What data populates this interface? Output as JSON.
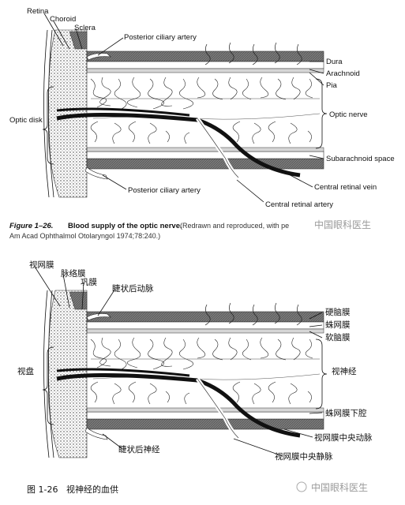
{
  "top_labels": {
    "retina": "Retina",
    "choroid": "Choroid",
    "sclera": "Sclera",
    "posterior_ciliary_artery_top": "Posterior ciliary artery",
    "dura": "Dura",
    "arachnoid": "Arachnoid",
    "pia": "Pia",
    "optic_disk": "Optic disk",
    "optic_nerve": "Optic nerve",
    "subarachnoid_space": "Subarachnoid space",
    "posterior_ciliary_artery_bottom": "Posterior ciliary artery",
    "central_retinal_vein": "Central retinal vein",
    "central_retinal_artery": "Central retinal artery"
  },
  "top_caption": {
    "figure": "Figure 1–26.",
    "title": "Blood supply of the optic nerve.",
    "line1": "(Redrawn and reproduced, with pe",
    "line2": "Am Acad Ophthalmol Otolaryngol 1974;78:240.)"
  },
  "bottom_labels": {
    "retina": "视网膜",
    "choroid": "脉络膜",
    "sclera": "巩膜",
    "posterior_ciliary_artery_top": "睫状后动脉",
    "dura": "硬脑膜",
    "arachnoid": "蛛网膜",
    "pia": "软脑膜",
    "optic_disk": "视盘",
    "optic_nerve": "视神经",
    "subarachnoid_space": "蛛网膜下腔",
    "central_retinal_artery": "视网膜中央动脉",
    "posterior_ciliary_nerve": "睫状后神经",
    "central_retinal_vein": "视网膜中央静脉"
  },
  "bottom_caption": {
    "figure": "图 1-26",
    "title": "视神经的血供"
  },
  "watermark": {
    "top": "中国眼科医生",
    "bottom": "中国眼科医生"
  }
}
